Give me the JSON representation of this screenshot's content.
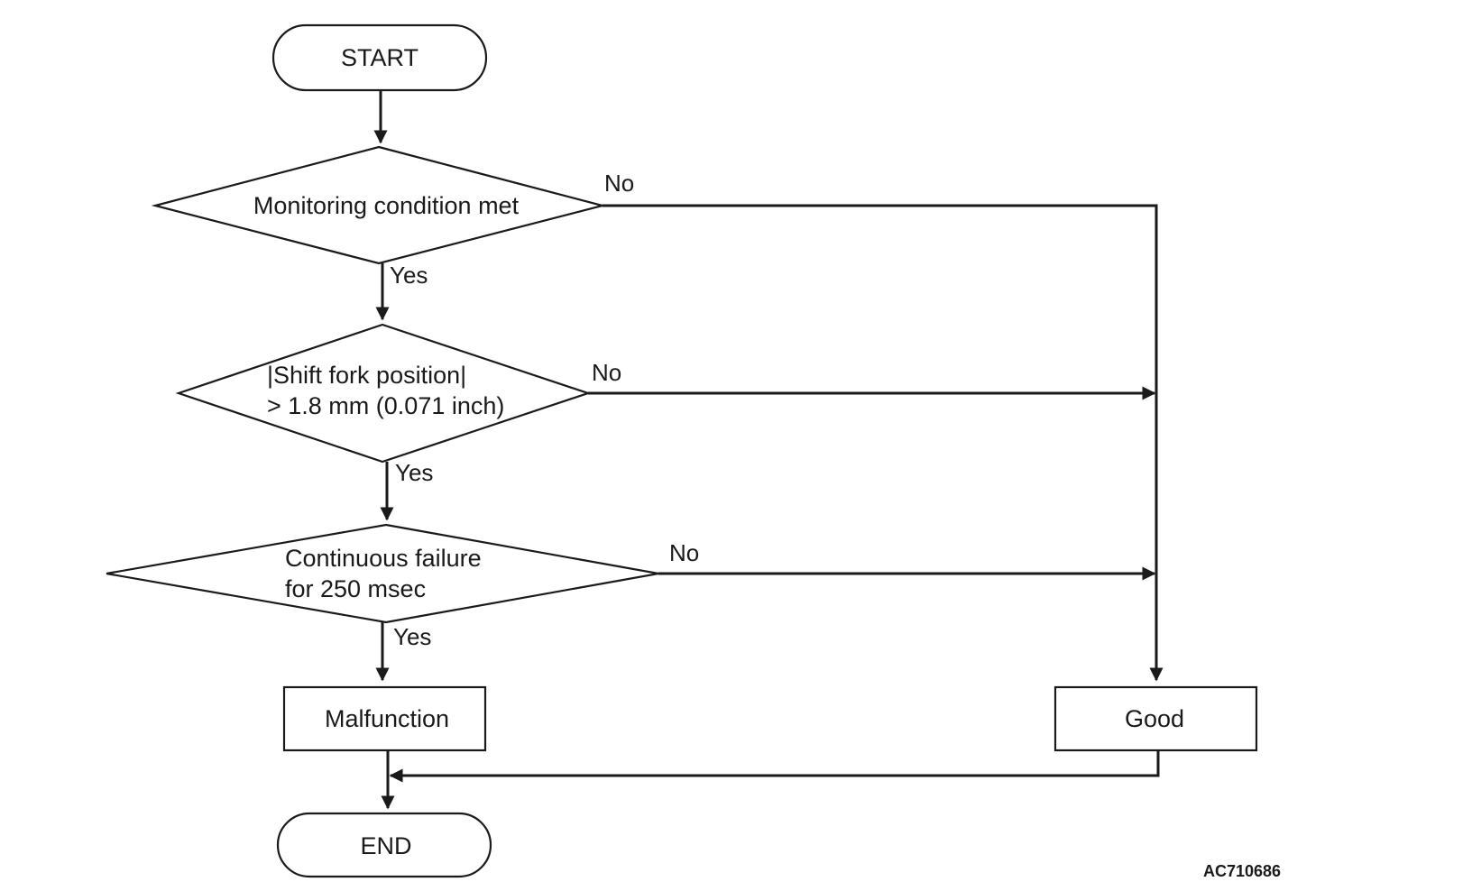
{
  "nodes": {
    "start": "START",
    "decision1": "Monitoring condition met",
    "decision2_line1": "|Shift fork position|",
    "decision2_line2": "> 1.8 mm (0.071 inch)",
    "decision3_line1": "Continuous failure",
    "decision3_line2": "for 250 msec",
    "malfunction": "Malfunction",
    "good": "Good",
    "end": "END"
  },
  "edges": {
    "d1_yes": "Yes",
    "d1_no": "No",
    "d2_yes": "Yes",
    "d2_no": "No",
    "d3_yes": "Yes",
    "d3_no": "No"
  },
  "figure_code": "AC710686"
}
